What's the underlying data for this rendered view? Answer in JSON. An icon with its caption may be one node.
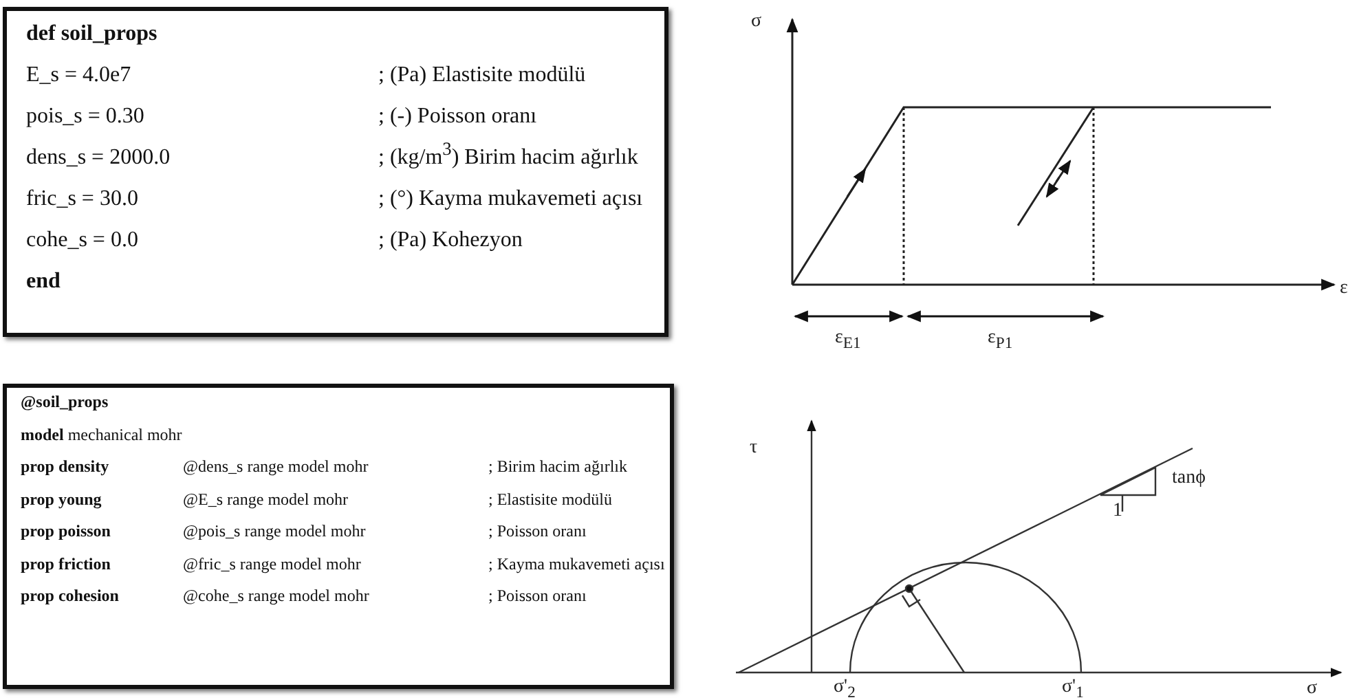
{
  "diagram": {
    "nodes": [
      {
        "text": [
          "def soil_props",
          "E_s = 4.0e7",
          "; (Pa) Elastisite modülü",
          "pois_s = 0.30",
          "; (-) Poisson oranı",
          "dens_s = 2000.0",
          "; (kg/m$^{3}$) Birim hacim ağırlık",
          "fric_s = 30.0",
          "; (°) Kayma mukavemeti açısı",
          "cohe_s = 0.0",
          "; (Pa) Kohezyon",
          "end"
        ]
      },
      {
        "text": [
          "@soil_props",
          "**model** mechanical mohr",
          "prop density",
          "@dens_s range model mohr",
          "; Birim hacim ağırlık",
          "prop young",
          "@E_s range model mohr",
          "; Elastisite modülü",
          "prop poisson",
          "@pois_s range model mohr",
          "; Poisson oranı",
          "prop friction",
          "@fric_s range model mohr",
          "; Kayma mukavemeti açısı",
          "prop cohesion",
          "@cohe_s range model mohr",
          "; Poisson oranı"
        ]
      }
    ],
    "labels": [
      "σ",
      "ε",
      "ε$_{E1}$",
      "ε$_{P1}$",
      "τ",
      "tanϕ",
      "1",
      "σ'$_{2}$",
      "σ'$_{1}$",
      "σ"
    ]
  }
}
